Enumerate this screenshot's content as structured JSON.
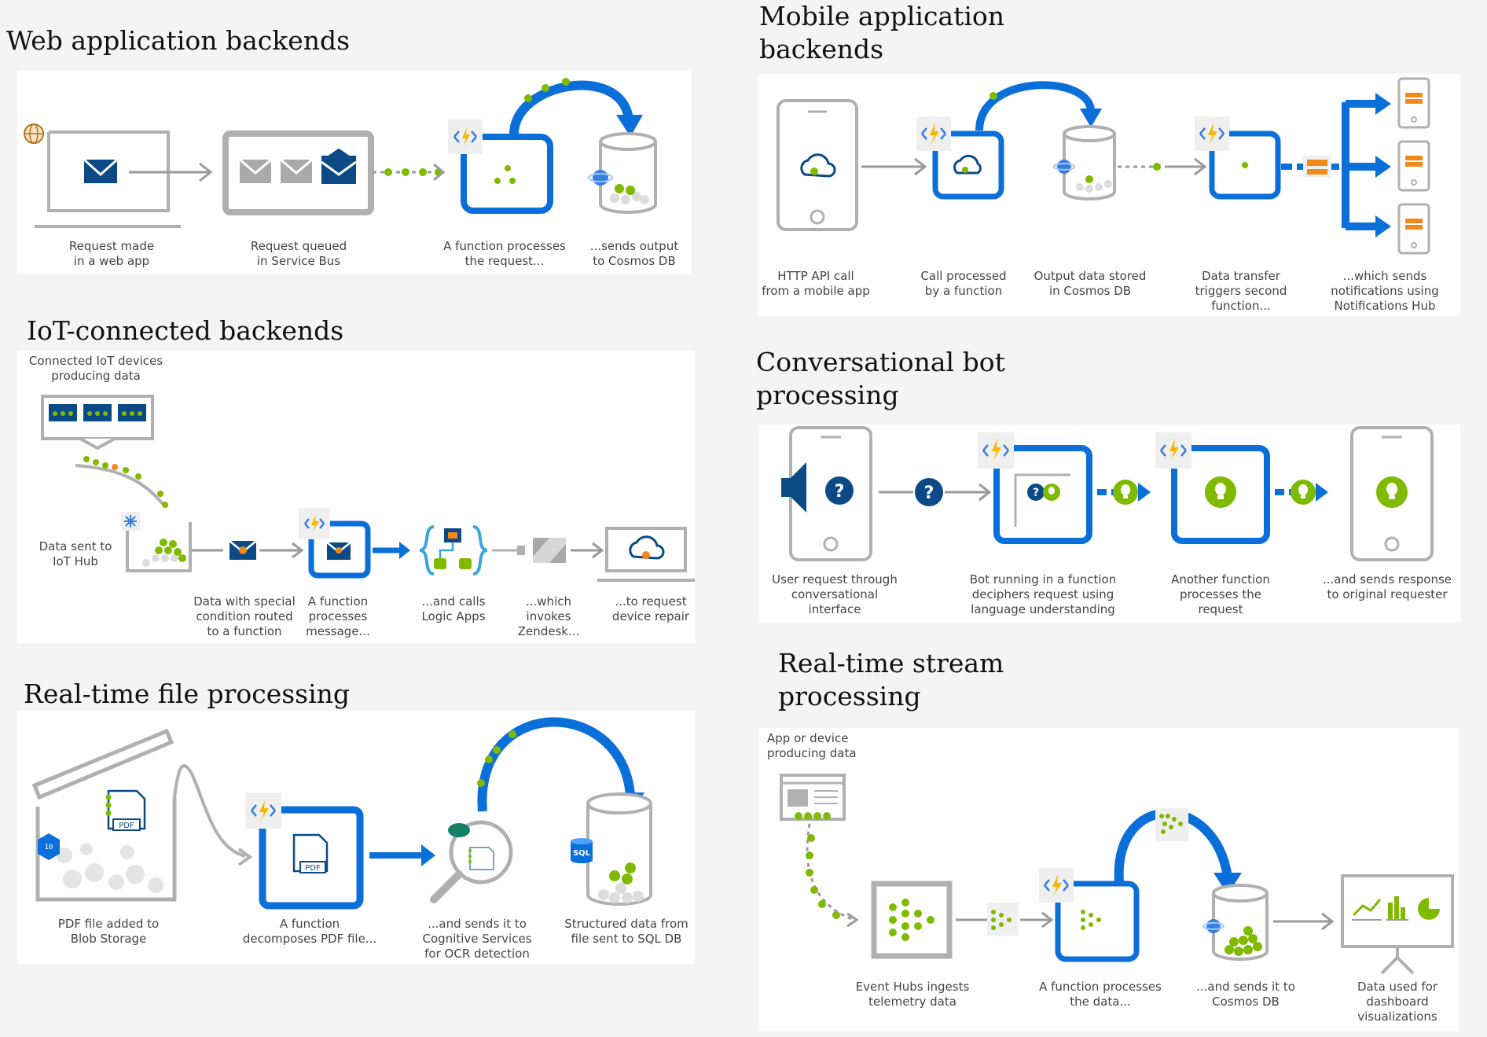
{
  "web": {
    "title": "Web application backends",
    "captions": [
      "Request made\nin a web app",
      "Request queued\nin Service Bus",
      "A function processes\nthe request...",
      "...sends output\nto Cosmos DB"
    ]
  },
  "iot": {
    "title": "IoT-connected backends",
    "devices_caption": "Connected IoT devices\nproducing data",
    "captions": [
      "Data sent to\nIoT Hub",
      "Data with special\ncondition routed\nto a function",
      "A function\nprocesses\nmessage...",
      "...and calls\nLogic Apps",
      "...which\ninvokes\nZendesk...",
      "...to request\ndevice repair"
    ]
  },
  "file": {
    "title": "Real-time file processing",
    "captions": [
      "PDF file added to\nBlob Storage",
      "A function\ndecomposes PDF file...",
      "...and sends it to\nCognitive Services\nfor OCR detection",
      "Structured data from\nfile sent to SQL DB"
    ],
    "icon_labels": {
      "pdf": "PDF",
      "sql": "SQL"
    }
  },
  "mobile": {
    "title": "Mobile application\nbackends",
    "captions": [
      "HTTP API call\nfrom a mobile app",
      "Call processed\nby a function",
      "Output data stored\nin Cosmos DB",
      "Data transfer\ntriggers second\nfunction...",
      "...which sends\nnotifications using\nNotifications Hub"
    ]
  },
  "bot": {
    "title": "Conversational bot\nprocessing",
    "captions": [
      "User request through\nconversational interface",
      "Bot running in a function\ndeciphers request using\nlanguage understanding",
      "Another function\nprocesses the\nrequest",
      "...and sends response\nto original requester"
    ]
  },
  "stream": {
    "title": "Real-time stream\nprocessing",
    "source_caption": "App or device\nproducing data",
    "captions": [
      "Event Hubs ingests\ntelemetry data",
      "A function processes\nthe data...",
      "...and sends it to\nCosmos DB",
      "Data used for\ndashboard\nvisualizations"
    ]
  },
  "colors": {
    "azure_blue": "#0a6fd8",
    "navy": "#0b4a86",
    "green": "#7fba00",
    "orange": "#f28a1a",
    "gray": "#9a9a9a",
    "lightning_yellow": "#f5b800",
    "cosmos_blue": "#3a7ee0"
  },
  "icons": [
    "globe-icon",
    "envelope-icon",
    "function-lightning-icon",
    "cosmos-db-icon",
    "service-bus-icon",
    "iot-hub-icon",
    "logic-apps-icon",
    "zendesk-icon",
    "cloud-icon",
    "phone-icon",
    "notification-hub-icon",
    "speaker-icon",
    "question-icon",
    "lightbulb-icon",
    "pdf-icon",
    "blob-storage-icon",
    "cognitive-services-icon",
    "sql-icon",
    "event-hubs-icon",
    "dashboard-chart-icon"
  ]
}
